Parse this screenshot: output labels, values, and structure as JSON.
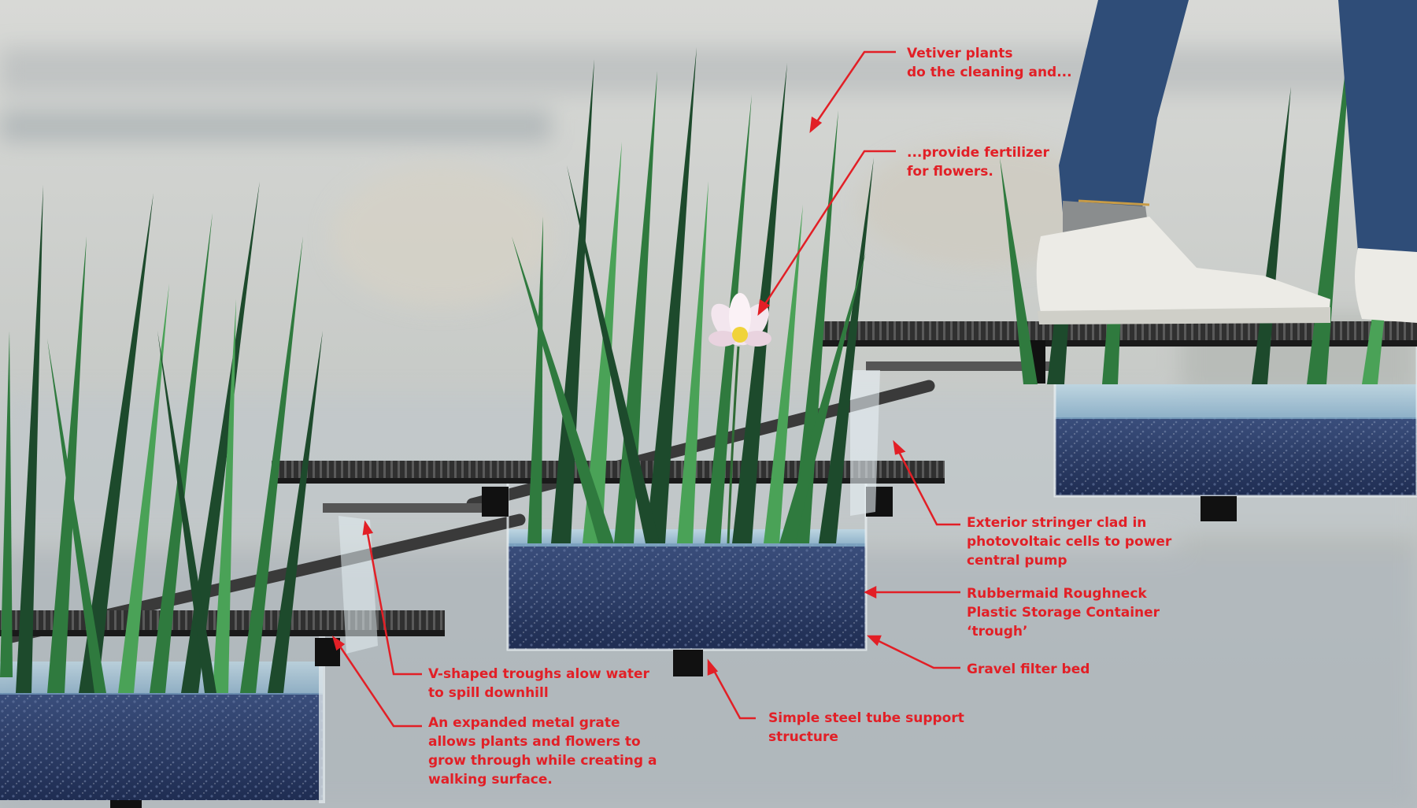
{
  "colors": {
    "annotation": "#e21f26",
    "leaf_dark": "#1d4a2c",
    "leaf_mid": "#2f7a3e",
    "leaf_light": "#4aa257",
    "gravel": "#2b3d66",
    "water": "#9fc6dc",
    "grate": "#2b2b2b",
    "denim": "#2f4d78",
    "sneaker": "#ecebe6"
  },
  "annotations": {
    "vetiver": "Vetiver plants\ndo the cleaning and...",
    "fertilizer": "...provide fertilizer\nfor flowers.",
    "stringer": "Exterior stringer clad in\nphotovoltaic cells to power\ncentral pump",
    "container": "Rubbermaid Roughneck\nPlastic Storage Container\n‘trough’",
    "gravel": "Gravel filter bed",
    "troughs": "V-shaped troughs alow water\nto spill downhill",
    "support": "Simple steel tube support\nstructure",
    "grate": "An expanded metal grate\nallows plants and flowers to\ngrow through while creating a\nwalking surface."
  }
}
